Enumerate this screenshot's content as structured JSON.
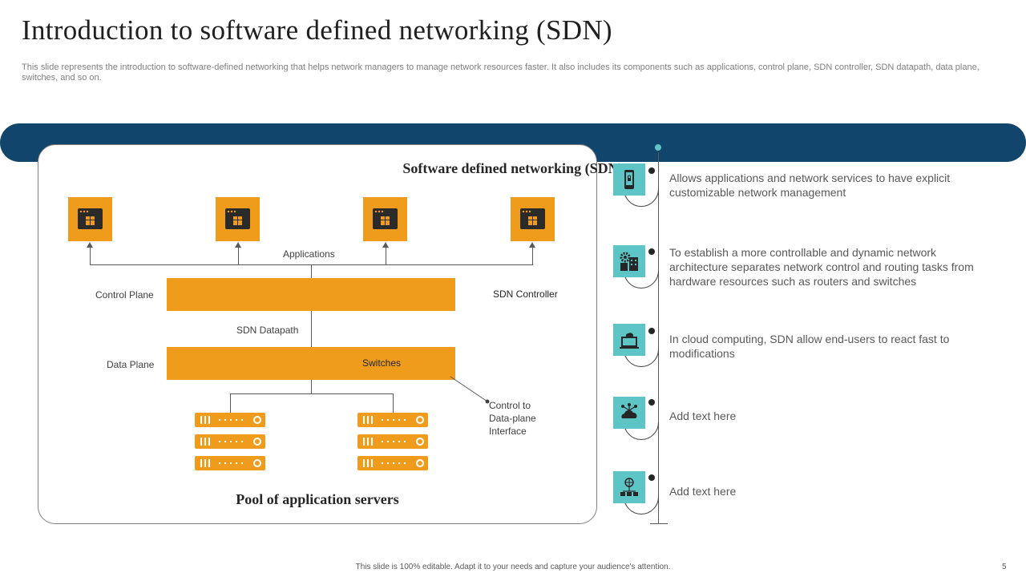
{
  "header": {
    "title": "Introduction to software defined networking (SDN)",
    "subtitle": "This slide represents the introduction to software-defined networking that helps network managers to manage network resources faster. It also includes its components such as applications, control plane, SDN controller, SDN datapath, data plane, switches, and so on."
  },
  "diagram": {
    "title": "Software defined networking (SDN)",
    "applications_label": "Applications",
    "control_plane_label": "Control Plane",
    "controller_label": "SDN Controller",
    "datapath_label": "SDN Datapath",
    "data_plane_label": "Data Plane",
    "switches_label": "Switches",
    "interface_label_1": "Control to",
    "interface_label_2": "Data-plane",
    "interface_label_3": "Interface",
    "pool_label": "Pool of application servers"
  },
  "features": [
    {
      "icon": "mobile-lock-icon",
      "text": "Allows applications and network services to have explicit customizable network management"
    },
    {
      "icon": "gear-building-icon",
      "text": "To establish a more controllable and dynamic network architecture separates network control and routing tasks from hardware resources such as routers and switches"
    },
    {
      "icon": "cloud-laptop-icon",
      "text": "In cloud computing, SDN allow end-users to react fast to modifications"
    },
    {
      "icon": "cloud-network-icon",
      "text": "Add text here"
    },
    {
      "icon": "globe-network-icon",
      "text": "Add text here"
    }
  ],
  "colors": {
    "navy": "#12456b",
    "orange": "#ef9b1b",
    "teal": "#5ec5c7"
  },
  "footer": {
    "note": "This slide is 100% editable. Adapt it to your needs and capture your audience's attention.",
    "page_number": "5"
  }
}
